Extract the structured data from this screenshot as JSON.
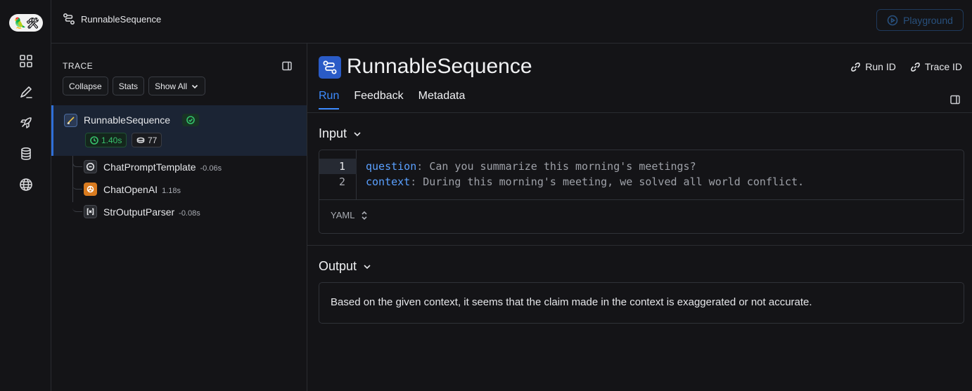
{
  "app": {
    "logo_text": "🦜🛠"
  },
  "header": {
    "breadcrumb": "RunnableSequence",
    "playground_label": "Playground"
  },
  "trace": {
    "title": "TRACE",
    "buttons": {
      "collapse": "Collapse",
      "stats": "Stats",
      "show_all": "Show All"
    },
    "root": {
      "name": "RunnableSequence",
      "latency": "1.40s",
      "tokens": "77",
      "status": "success"
    },
    "children": [
      {
        "name": "ChatPromptTemplate",
        "duration": "-0.06s",
        "icon": "chat-prompt-icon"
      },
      {
        "name": "ChatOpenAI",
        "duration": "1.18s",
        "icon": "openai-icon"
      },
      {
        "name": "StrOutputParser",
        "duration": "-0.08s",
        "icon": "parser-icon"
      }
    ]
  },
  "run": {
    "title": "RunnableSequence",
    "run_id_label": "Run ID",
    "trace_id_label": "Trace ID",
    "tabs": [
      "Run",
      "Feedback",
      "Metadata"
    ],
    "active_tab": "Run",
    "input": {
      "title": "Input",
      "lines": [
        {
          "num": "1",
          "key": "question",
          "value": "Can you summarize this morning's meetings?"
        },
        {
          "num": "2",
          "key": "context",
          "value": "During this morning's meeting, we solved all world conflict."
        }
      ],
      "format": "YAML"
    },
    "output": {
      "title": "Output",
      "text": "Based on the given context, it seems that the claim made in the context is exaggerated or not accurate."
    }
  },
  "colors": {
    "accent": "#3d8bff",
    "success": "#38c26d",
    "background": "#141417",
    "openai_orange": "#d97b1f"
  }
}
